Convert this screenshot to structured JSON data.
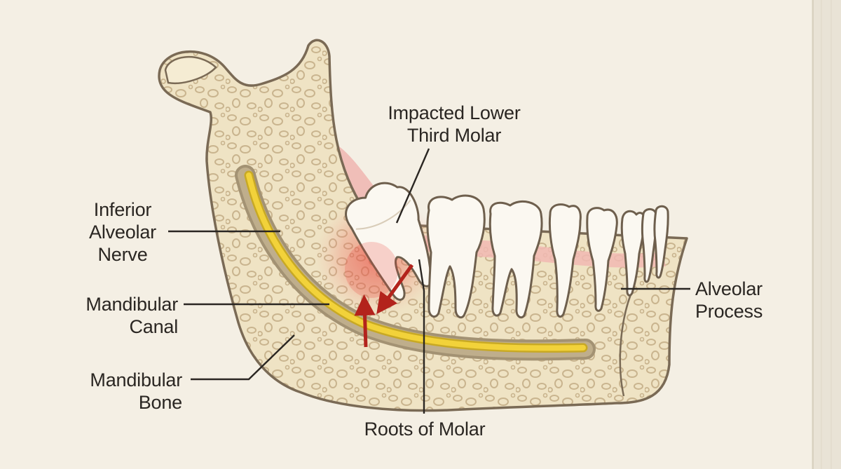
{
  "labels": {
    "impacted_molar": [
      "Impacted Lower",
      "Third Molar"
    ],
    "inferior_alveolar_nerve": [
      "Inferior",
      "Alveolar",
      "Nerve"
    ],
    "mandibular_canal": [
      "Mandibular",
      "Canal"
    ],
    "mandibular_bone": [
      "Mandibular",
      "Bone"
    ],
    "alveolar_process": [
      "Alveolar",
      "Process"
    ],
    "roots_of_molar": "Roots of Molar"
  },
  "colors": {
    "paper": "#f4efe4",
    "bone_fill": "#efe3c4",
    "bone_outline": "#7a6a55",
    "trabecular": "#c9b48e",
    "canal": "#a39273",
    "nerve": "#f2d23a",
    "tooth": "#fbf8f1",
    "gum": "#f1b9b3",
    "inflammation": "#e8433a",
    "arrow": "#b3231c",
    "leader_line": "#2a2622"
  }
}
